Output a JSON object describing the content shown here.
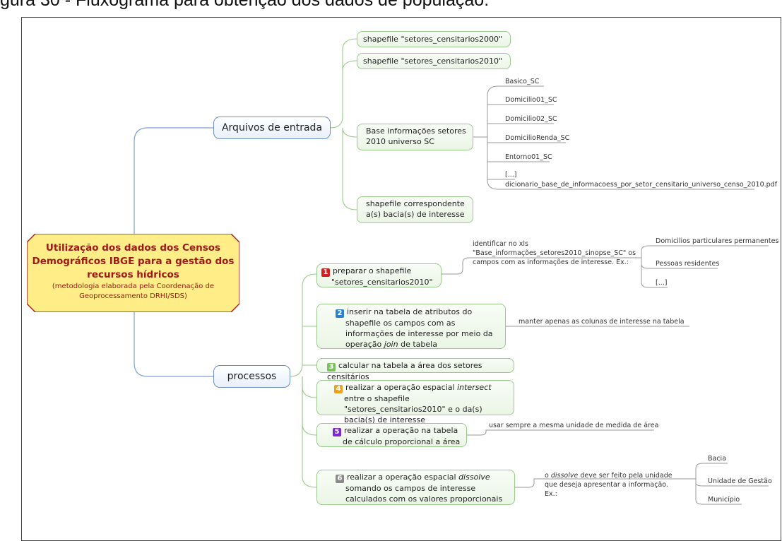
{
  "caption": "gura 30 - Fluxograma para obtenção dos dados de população.",
  "colors": {
    "central_fill": "#ffee88",
    "central_border": "#b02020",
    "central_text": "#a01818",
    "main_topic_border": "#6c8fc4",
    "subtopic_border": "#9ac98d",
    "connector_blue": "#7fa0d0",
    "connector_green": "#9ac98d",
    "connector_gray": "#999999"
  },
  "central": {
    "title": "Utilização dos dados dos Censos Demográficos IBGE para a gestão dos recursos hídricos",
    "subtitle": "(metodologia elaborada pela Coordenação de Geoprocessamento DRHI/SDS)"
  },
  "inputs": {
    "label": "Arquivos de entrada",
    "items": [
      "shapefile \"setores_censitarios2000\"",
      "shapefile \"setores_censitarios2010\"",
      "Base informações setores 2010 universo SC",
      "shapefile correspondente a(s) bacia(s) de interesse"
    ],
    "base_files": [
      "Basico_SC",
      "Domicilio01_SC",
      "Domicilio02_SC",
      "DomicilioRenda_SC",
      "Entorno01_SC",
      "[...]",
      "dicionario_base_de_informacoess_por_setor_censitario_universo_censo_2010.pdf"
    ]
  },
  "processes": {
    "label": "processos",
    "steps": [
      {
        "badge": "1",
        "badge_color": "#d42020",
        "text": "preparar o shapefile \"setores_censitarios2010\""
      },
      {
        "badge": "2",
        "badge_color": "#2a7fd4",
        "pre": "inserir na tabela de atributos do shapefile os campos com as informações de interesse por meio da operação ",
        "em": "join",
        "post": " de tabela"
      },
      {
        "badge": "3",
        "badge_color": "#7cc060",
        "text": "calcular na tabela a área dos setores censitários"
      },
      {
        "badge": "4",
        "badge_color": "#f0a020",
        "pre": "realizar a operação espacial ",
        "em": "intersect",
        "post": " entre o shapefile \"setores_censitarios2010\" e o da(s) bacia(s) de interesse"
      },
      {
        "badge": "5",
        "badge_color": "#7a2ad0",
        "text": "realizar a operação na tabela de cálculo proporcional a área"
      },
      {
        "badge": "6",
        "badge_color": "#8a8a8a",
        "pre": "realizar a operação espacial ",
        "em": "dissolve",
        "post": " somando os campos de interesse calculados com os valores proporcionais"
      }
    ],
    "step1_note": "identificar no xls \"Base_informações_setores2010_sinopse_SC\" os campos com as informações de interesse. Ex.:",
    "step1_examples": [
      "Domicilios particulares permanentes",
      "Pessoas residentes",
      "[...]"
    ],
    "step2_note": "manter apenas as colunas de interesse na tabela",
    "step5_note": "usar sempre a mesma unidade de medida de área",
    "step6_note_pre": "o ",
    "step6_note_em": "dissolve",
    "step6_note_post": " deve ser feito pela unidade que deseja apresentar a informação. Ex.:",
    "step6_examples": [
      "Bacia",
      "Unidade de Gestão",
      "Município"
    ]
  }
}
